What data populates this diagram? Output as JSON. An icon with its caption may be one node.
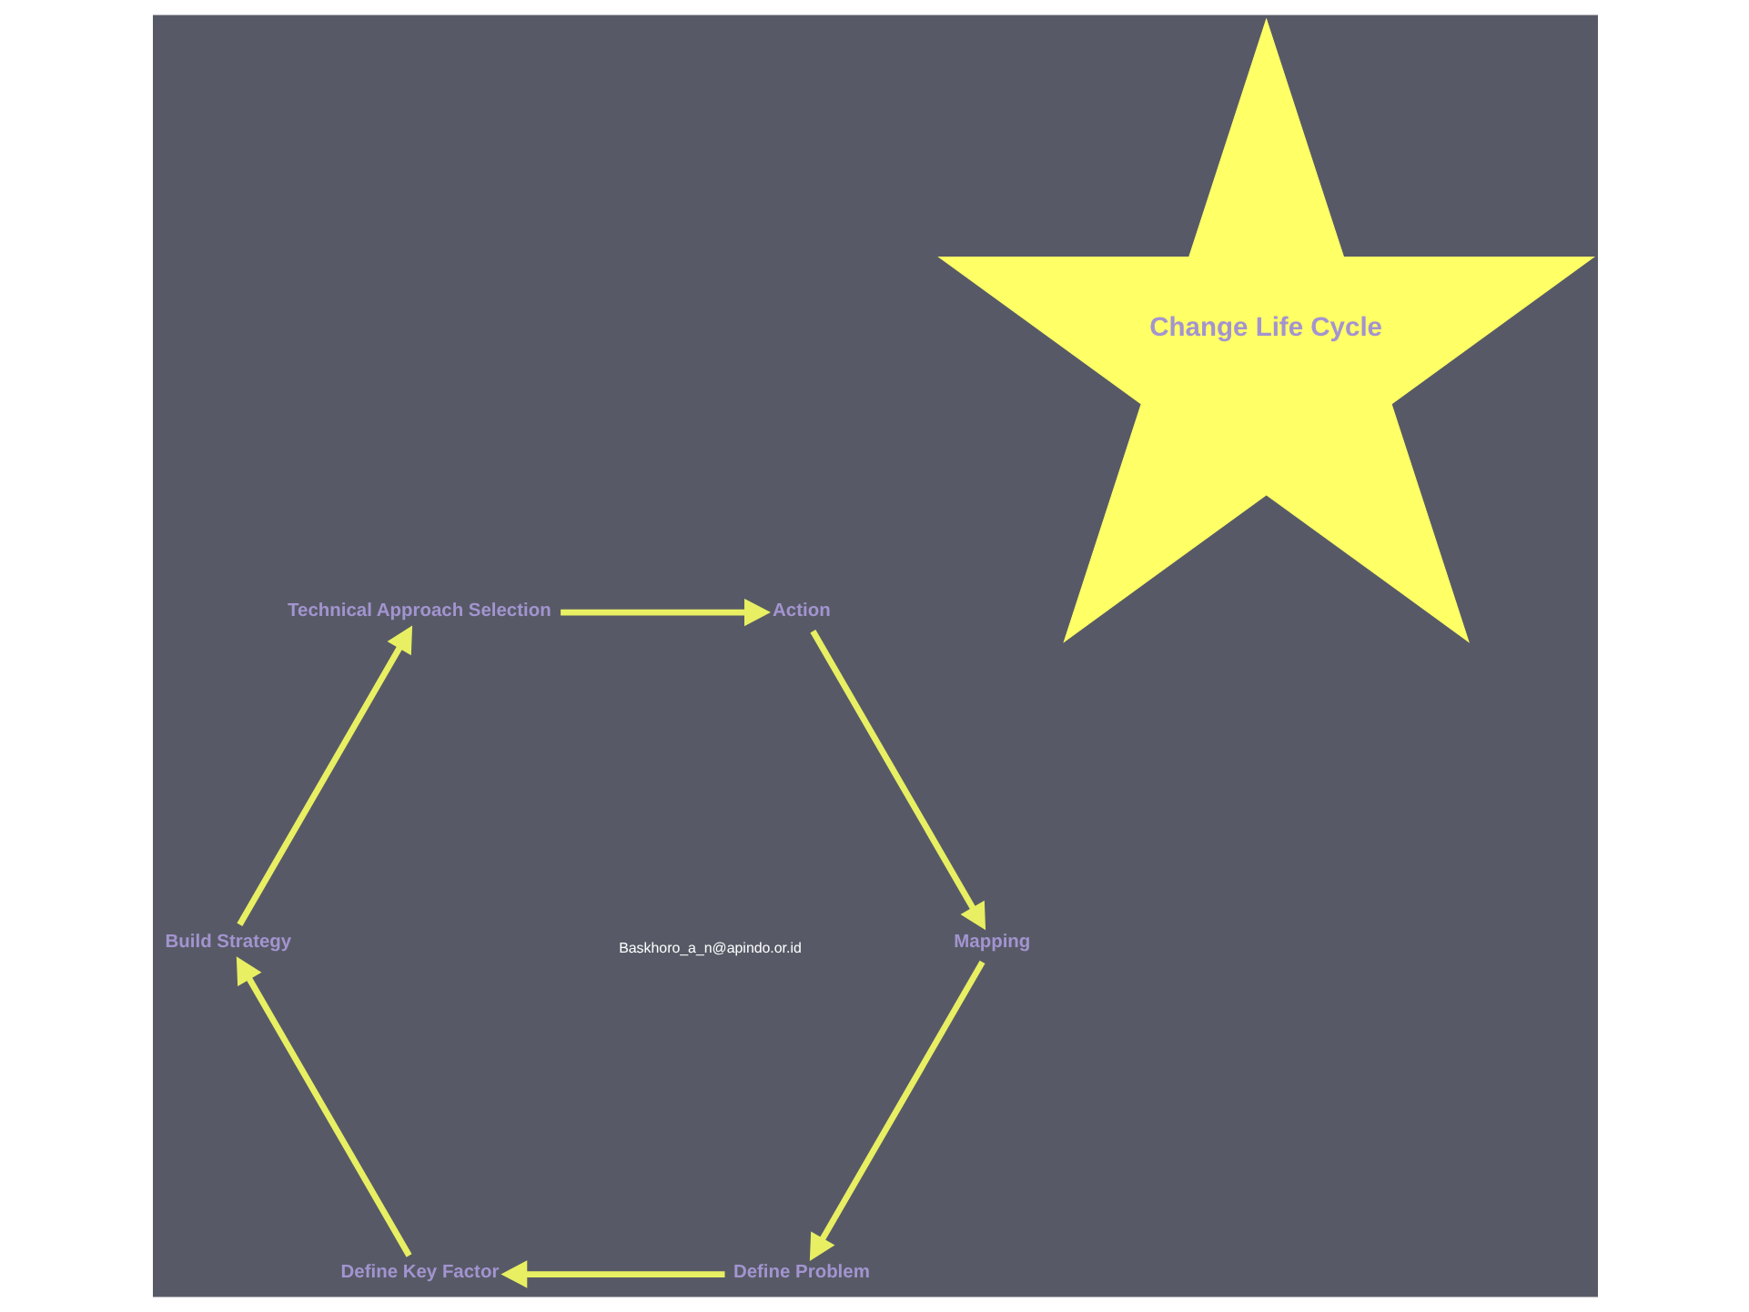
{
  "diagram": {
    "nodes": [
      {
        "text": [
          "Change Life Cycle"
        ]
      },
      {
        "text": [
          "Define Problem"
        ]
      },
      {
        "text": [
          "Define Key Factor"
        ]
      },
      {
        "text": [
          "Build Strategy"
        ]
      },
      {
        "text": [
          "Technical Approach Selection"
        ]
      },
      {
        "text": [
          "Action"
        ]
      },
      {
        "text": [
          "Mapping"
        ]
      }
    ],
    "edges": [
      {
        "from": 1,
        "to": 2,
        "arrow": "to"
      },
      {
        "from": 2,
        "to": 3,
        "arrow": "to"
      },
      {
        "from": 3,
        "to": 4,
        "arrow": "to"
      },
      {
        "from": 4,
        "to": 5,
        "arrow": "to"
      },
      {
        "from": 5,
        "to": 6,
        "arrow": "to"
      },
      {
        "from": 6,
        "to": 1,
        "arrow": "to"
      }
    ],
    "labels": [
      "Baskhoro_a_n@apindo.or.id"
    ]
  }
}
